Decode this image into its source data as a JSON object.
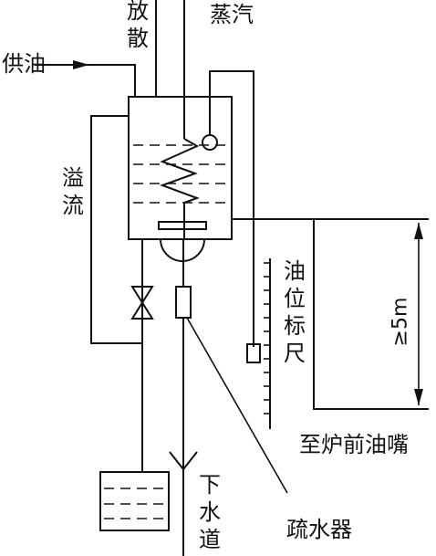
{
  "labels": {
    "vent": "放散",
    "steam": "蒸汽",
    "oil_supply": "供油",
    "overflow": "溢流",
    "oil_level_gauge": "油位标尺",
    "height": "≥5m",
    "to_burner": "至炉前油嘴",
    "drain": "下水道",
    "steam_trap": "疏水器"
  }
}
